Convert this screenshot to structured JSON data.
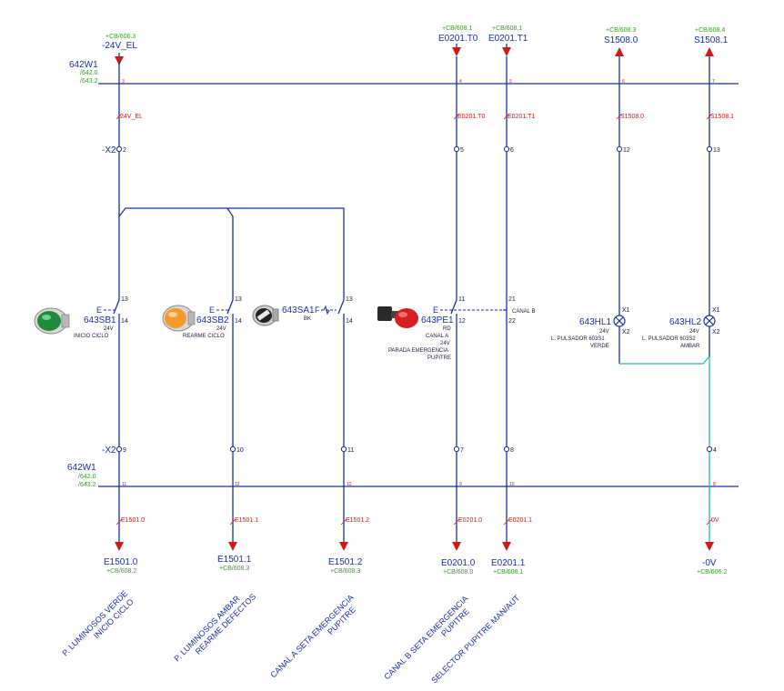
{
  "bus": {
    "top": {
      "name": "642W1",
      "ref1": "/642.0",
      "ref2": "/643.2",
      "numbers": [
        "3",
        "4",
        "5",
        "6",
        "7"
      ]
    },
    "bottom": {
      "name": "642W1",
      "ref1": "/642.0",
      "ref2": "/643.2",
      "numbers": [
        "11",
        "12",
        "12",
        "9",
        "10",
        "8"
      ]
    }
  },
  "terminal_strip_label": "-X2",
  "top_arrows": [
    {
      "loc": "+CB/606.3",
      "name": "-24V_EL",
      "wire": "24V_EL",
      "terminal": "2"
    },
    {
      "loc": "+CB/608.1",
      "name": "E0201.T0",
      "wire": "E0201.T0",
      "terminal": "5"
    },
    {
      "loc": "+CB/608.1",
      "name": "E0201.T1",
      "wire": "E0201.T1",
      "terminal": "6"
    },
    {
      "loc": "+CB/608.3",
      "name": "S1508.0",
      "wire": "S1508.0",
      "terminal": "12"
    },
    {
      "loc": "+CB/608.4",
      "name": "S1508.1",
      "wire": "S1508.1",
      "terminal": "13"
    }
  ],
  "devices": [
    {
      "tag": "643SB1",
      "prefix": "E",
      "voltage": "24V",
      "desc1": "INICIO CICLO",
      "desc2": "",
      "pin_top": "13",
      "pin_bot": "14"
    },
    {
      "tag": "643SB2",
      "prefix": "E",
      "voltage": "24V",
      "desc1": "REARME CICLO",
      "desc2": "",
      "pin_top": "13",
      "pin_bot": "14"
    },
    {
      "tag": "643SA1",
      "prefix": "F",
      "voltage": "BK",
      "desc1": "",
      "desc2": "",
      "pin_top": "13",
      "pin_bot": "14"
    },
    {
      "tag": "643PE1",
      "prefix": "E",
      "voltage": "RD",
      "line2": "CANAL A",
      "line3": "24V",
      "desc1": "PARADA EMERGENCIA",
      "desc2": "PUPITRE",
      "pin_top": "11",
      "pin_bot": "12",
      "pin_top_b": "21",
      "pin_bot_b": "22",
      "channel_b": "CANAL B"
    }
  ],
  "lamps": [
    {
      "tag": "643HL1",
      "voltage": "24V",
      "desc1": "L. PULSADOR 603S1",
      "desc2": "VERDE",
      "pin_top": "X1",
      "pin_bot": "X2"
    },
    {
      "tag": "643HL2",
      "voltage": "24V",
      "desc1": "L. PULSADOR 603S2",
      "desc2": "AMBAR",
      "pin_top": "X1",
      "pin_bot": "X2"
    }
  ],
  "bottom_terminals": [
    "9",
    "10",
    "11",
    "7",
    "8",
    "4"
  ],
  "bottom_arrows": [
    {
      "wire": "E1501.0",
      "name": "E1501.0",
      "loc": "+CB/608.2"
    },
    {
      "wire": "E1501.1",
      "name": "E1501.1",
      "loc": "+CB/608.3"
    },
    {
      "wire": "E1501.2",
      "name": "E1501.2",
      "loc": "+CB/608.3"
    },
    {
      "wire": "E0201.0",
      "name": "E0201.0",
      "loc": "+CB/608.0"
    },
    {
      "wire": "E0201.1",
      "name": "E0201.1",
      "loc": "+CB/608.1"
    },
    {
      "wire": "0V",
      "name": "-0V",
      "loc": "+CB/606.2"
    }
  ],
  "column_labels": [
    {
      "line1": "P. LUMINOSOS VERDE",
      "line2": "INICIO CICLO"
    },
    {
      "line1": "P. LUMINOSOS AMBAR",
      "line2": "REARME DEFECTOS"
    },
    {
      "line1": "CANAL A SETA EMERGENCIA",
      "line2": "PUPITRE"
    },
    {
      "line1": "CANAL B SETA EMERGENCIA",
      "line2": "PUPITRE"
    },
    {
      "line1": "SELECTOR PUPITRE MAN/AUT",
      "line2": ""
    }
  ],
  "colors": {
    "wire": "#1a2fa0",
    "wire_lamp_return": "#2ab5b5",
    "ref_text": "#3c9a2e",
    "wire_name": "#d01818"
  }
}
